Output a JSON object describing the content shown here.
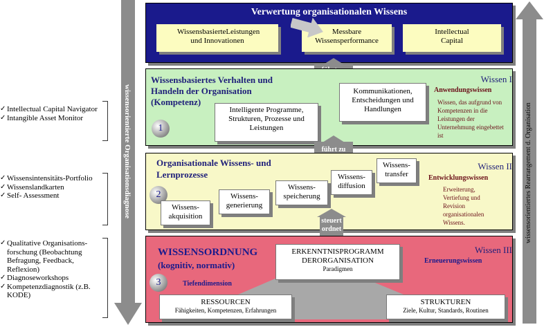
{
  "left_lists": {
    "group1": [
      "Intellectual Capital Navigator",
      "Intangible Asset Monitor"
    ],
    "group2": [
      "Wissensintensitäts-Portfolio",
      "Wissenslandkarten",
      "Self- Assessment"
    ],
    "group3": [
      "Qualitative Organisations-forschung (Beobachtung Befragung, Feedback, Reflexion)",
      "Diagnoseworkshops",
      "Kompetenzdiagnostik (z.B. KODE)"
    ]
  },
  "left_arrow_label": "wissensorientierte Organisationsdiagnose",
  "right_arrow_label": "wissensorientiertes Rearrangement d. Organisation",
  "top_panel": {
    "title": "Verwertung organisationalen Wissens",
    "box1": "WissensbasierteLeistungen und Innovationen",
    "box2": "Messbare Wissensperformance",
    "box3": "Intellectual Capital"
  },
  "arrow_labels": {
    "a1": "führt zu",
    "a2": "führt zu",
    "a3": "steuert ordnet"
  },
  "green_panel": {
    "title": "Wissensbasiertes Verhalten und Handeln der Organisation (Kompetenz)",
    "number": "1",
    "box_intelligent": "Intelligente Programme, Strukturen, Prozesse und Leistungen",
    "box_komm": "Kommunikationen, Entscheidungen und Handlungen",
    "wissen_title": "Wissen I",
    "wissen_sub": "Anwendungswissen",
    "wissen_desc": "Wissen, das aufgrund von Kompetenzen in die Leistungen der Unternehmung eingebettet ist"
  },
  "yellow_panel": {
    "title": "Organisationale Wissens- und Lernprozesse",
    "number": "2",
    "steps": [
      "Wissens-akquisition",
      "Wissens-generierung",
      "Wissens-speicherung",
      "Wissens-diffusion",
      "Wissens-transfer"
    ],
    "wissen_title": "Wissen II",
    "wissen_sub": "Entwicklungswissen",
    "wissen_desc": "Erweiterung, Vertiefung und Revision organisationalen Wissens."
  },
  "red_panel": {
    "title": "WISSENSORDNUNG",
    "subtitle": "(kognitiv, normativ)",
    "number": "3",
    "tiefen": "Tiefendimension",
    "erkenntnis_title": "ERKENNTNISPROGRAMM DERORGANISATION",
    "erkenntnis_sub": "Paradigmen",
    "ressourcen_title": "RESSOURCEN",
    "ressourcen_sub": "Fähigkeiten, Kompetenzen, Erfahrungen",
    "strukturen_title": "STRUKTUREN",
    "strukturen_sub": "Ziele, Kultur, Standards, Routinen",
    "wissen_title": "Wissen III",
    "wissen_sub": "Erneuerungswissen"
  },
  "colors": {
    "navy": "#1a1a8c",
    "green_panel": "#c8f0c0",
    "yellow_panel": "#f8f8c8",
    "red_panel": "#e8687c",
    "cream_box": "#fcfcc0",
    "arrow_grey": "#8c8c8c"
  }
}
